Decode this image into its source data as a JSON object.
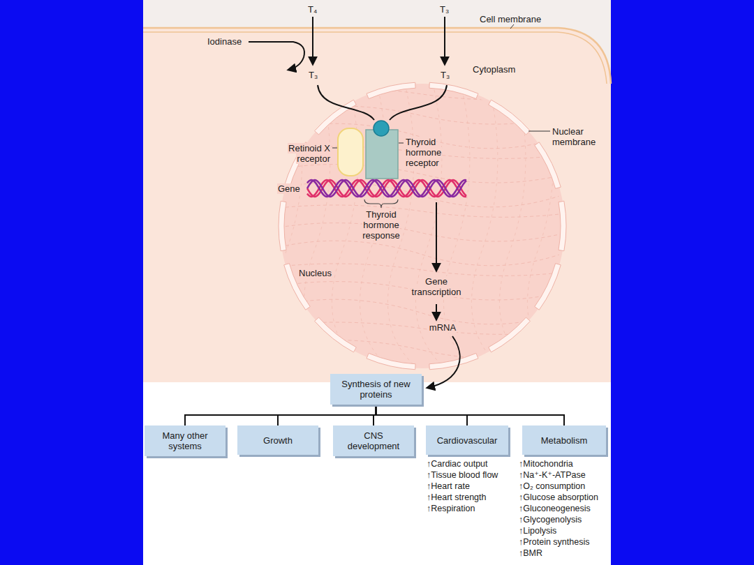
{
  "diagram": {
    "nodes": [
      {
        "text": [
          "Synthesis of new proteins"
        ]
      },
      {
        "text": [
          "Many other systems"
        ]
      },
      {
        "text": [
          "Growth"
        ]
      },
      {
        "text": [
          "CNS development"
        ]
      },
      {
        "text": [
          "Cardiovascular"
        ]
      },
      {
        "text": [
          "Metabolism"
        ]
      }
    ],
    "edges": [
      {
        "from": 0,
        "to": 1,
        "arrow": "none"
      },
      {
        "from": 0,
        "to": 2,
        "arrow": "none"
      },
      {
        "from": 0,
        "to": 3,
        "arrow": "none"
      },
      {
        "from": 0,
        "to": 4,
        "arrow": "none"
      },
      {
        "from": 0,
        "to": 5,
        "arrow": "none"
      }
    ],
    "labels": [
      "T₄",
      "T₃",
      "Cell membrane",
      "Iodinase",
      "T₃",
      "T₃",
      "Cytoplasm",
      "Retinoid X receptor",
      "Thyroid hormone receptor",
      "Nuclear membrane",
      "Gene",
      "Thyroid hormone response",
      "Nucleus",
      "Gene transcription",
      "mRNA",
      "↑Cardiac output",
      "↑Tissue blood flow",
      "↑Heart rate",
      "↑Heart strength",
      "↑Respiration",
      "↑Mitochondria",
      "↑Na⁺-K⁺-ATPase",
      "↑O₂ consumption",
      "↑Glucose absorption",
      "↑Gluconeogenesis",
      "↑Glycogenolysis",
      "↑Lipolysis",
      "↑Protein synthesis",
      "↑BMR"
    ]
  }
}
